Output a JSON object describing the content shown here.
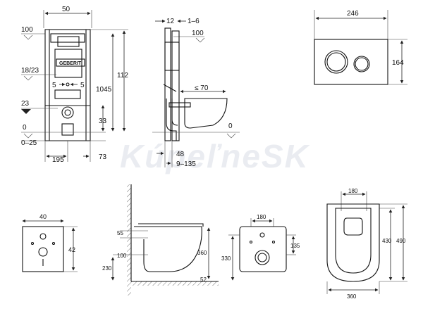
{
  "watermark": "KúpeľneSK",
  "frame_front": {
    "width": "50",
    "top_mark": "100",
    "box_height": "112",
    "total_height": "1045",
    "flush_level": "18/23",
    "pipe_left": "5",
    "pipe_right": "5",
    "bottom_level": "23",
    "floor_mark": "0",
    "depth_range": "0–25",
    "centre_height": "33",
    "bottom_left": "195",
    "bottom_right": "73",
    "brand": "GEBERIT"
  },
  "frame_side": {
    "top_a": "12",
    "top_b": "1–6",
    "top_mark": "100",
    "projection": "≤ 70",
    "floor_mark": "0",
    "offset_a": "48",
    "offset_b": "9–135"
  },
  "plate": {
    "width": "246",
    "height": "164"
  },
  "rough_in": {
    "width": "40",
    "height": "42"
  },
  "side_view": {
    "h1": "55",
    "h2": "100",
    "h3": "360",
    "h4": "230",
    "h5": "52"
  },
  "front_view": {
    "width": "180",
    "height1": "135",
    "height2": "330"
  },
  "top_view": {
    "width_top": "180",
    "depth_inner": "430",
    "depth_outer": "490",
    "width_bottom": "360"
  }
}
